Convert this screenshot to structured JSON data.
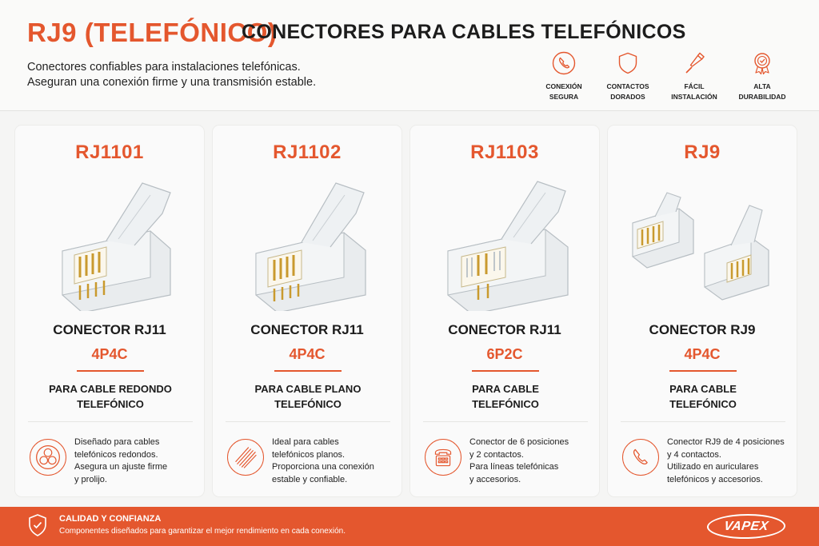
{
  "header": {
    "title_main": "RJ9 (TELEFÓNICO)",
    "title_sub": "CONECTORES PARA CABLES TELEFÓNICOS",
    "intro_line1": "Conectores confiables para instalaciones telefónicas.",
    "intro_line2": "Aseguran una conexión firme y una transmisión estable."
  },
  "features": [
    {
      "icon": "phone-icon",
      "line1": "CONEXIÓN",
      "line2": "SEGURA"
    },
    {
      "icon": "shield-icon",
      "line1": "CONTACTOS",
      "line2": "DORADOS"
    },
    {
      "icon": "cable-icon",
      "line1": "FÁCIL",
      "line2": "INSTALACIÓN"
    },
    {
      "icon": "medal-icon",
      "line1": "ALTA",
      "line2": "DURABILIDAD"
    }
  ],
  "cards": [
    {
      "code": "RJ1101",
      "name": "CONECTOR RJ11",
      "config": "4P4C",
      "use1": "PARA CABLE REDONDO",
      "use2": "TELEFÓNICO",
      "icon": "round-cable-icon",
      "desc": [
        "Diseñado para cables",
        "telefónicos redondos.",
        "Asegura un ajuste firme",
        "y prolijo."
      ]
    },
    {
      "code": "RJ1102",
      "name": "CONECTOR RJ11",
      "config": "4P4C",
      "use1": "PARA CABLE PLANO",
      "use2": "TELEFÓNICO",
      "icon": "flat-cable-icon",
      "desc": [
        "Ideal para cables",
        "telefónicos planos.",
        "Proporciona una conexión",
        "estable y confiable."
      ]
    },
    {
      "code": "RJ1103",
      "name": "CONECTOR RJ11",
      "config": "6P2C",
      "use1": "PARA CABLE",
      "use2": "TELEFÓNICO",
      "icon": "desk-phone-icon",
      "desc": [
        "Conector de 6 posiciones",
        "y 2 contactos.",
        "Para líneas telefónicas",
        "y accesorios."
      ]
    },
    {
      "code": "RJ9",
      "name": "CONECTOR RJ9",
      "config": "4P4C",
      "use1": "PARA CABLE",
      "use2": "TELEFÓNICO",
      "icon": "handset-icon",
      "desc": [
        "Conector RJ9 de 4 posiciones",
        "y 4 contactos.",
        "Utilizado en auriculares",
        "telefónicos y accesorios."
      ]
    }
  ],
  "footer": {
    "title": "CALIDAD Y CONFIANZA",
    "subtitle": "Componentes diseñados para garantizar el mejor rendimiento en cada conexión.",
    "logo": "VAPEX"
  },
  "colors": {
    "accent": "#e4572e",
    "text": "#1c1c1c",
    "background": "#f5f5f4"
  }
}
